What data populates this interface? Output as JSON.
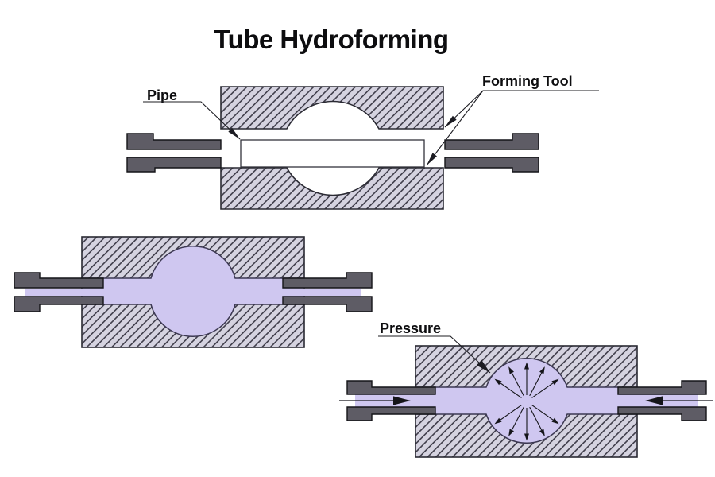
{
  "title": "Tube Hydroforming",
  "labels": {
    "pipe": "Pipe",
    "forming_tool": "Forming Tool",
    "pressure": "Pressure"
  },
  "colors": {
    "background": "#ffffff",
    "hatch_fill": "#d5d3e0",
    "hatch_line": "#413f4c",
    "block_outline": "#2a2a33",
    "punch_fill": "#5e5c65",
    "tube_fill": "#cfc7f0",
    "tube_outline": "#3c3852",
    "pipe_fill": "#ffffff",
    "text": "#0d0d0f"
  },
  "icons": {
    "leader_arrow": "filled-triangle-arrowhead",
    "flow_arrow": "horizontal-flow-arrow",
    "pressure_arrows": "radial-outward-arrows"
  }
}
